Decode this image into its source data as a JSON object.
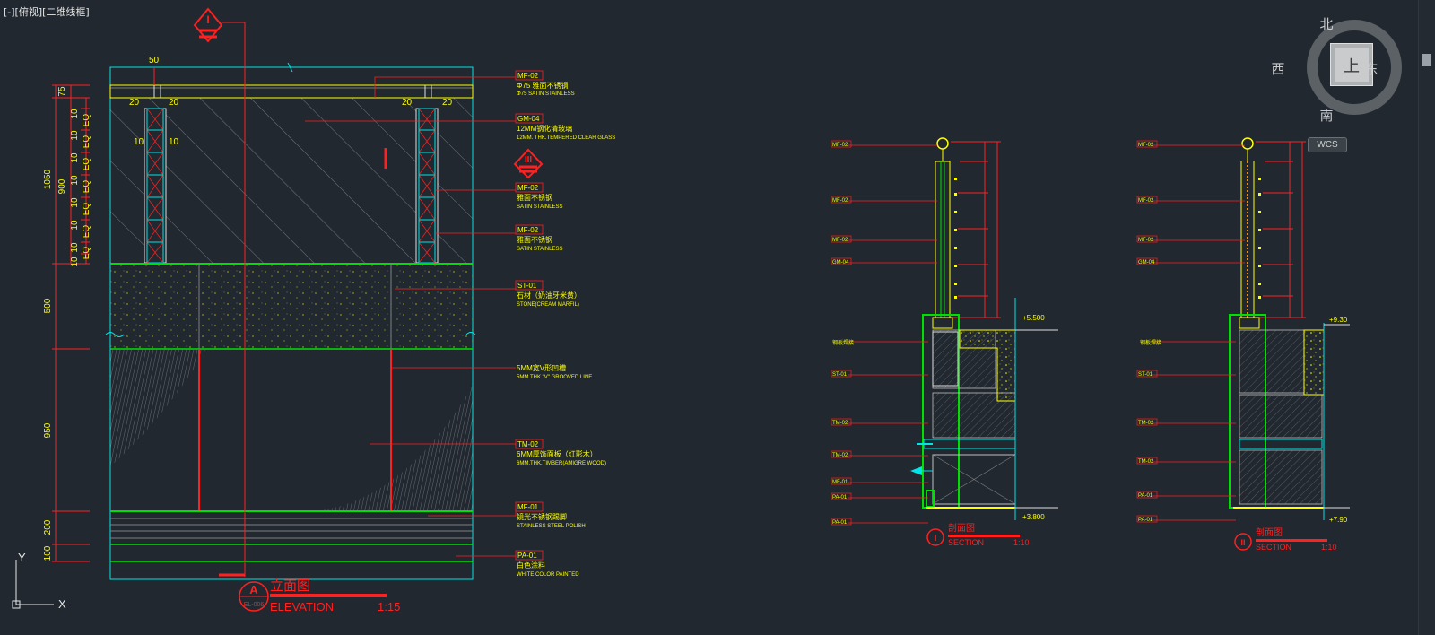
{
  "viewport_label": "[-][俯视][二维线框]",
  "viewcube": {
    "north": "北",
    "south": "南",
    "east": "东",
    "west": "西",
    "top": "上",
    "wcs": "WCS"
  },
  "elevation": {
    "title_cn": "立面图",
    "title_en": "ELEVATION",
    "scale": "1:15",
    "marker_letter": "A",
    "marker_sheet": "EL-006",
    "section_markers": [
      "I",
      "III"
    ],
    "dimensions": [
      "50",
      "75",
      "20",
      "20",
      "20",
      "20",
      "10",
      "10",
      "1050",
      "900",
      "500",
      "950",
      "200",
      "100",
      "10",
      "EQ"
    ],
    "callouts": [
      {
        "code": "MF-02",
        "cn": "Φ75 雅面不锈钢",
        "en": "Φ75 SATIN STAINLESS"
      },
      {
        "code": "GM-04",
        "cn": "12MM钢化清玻璃",
        "en": "12MM. THK.TEMPERED CLEAR GLASS"
      },
      {
        "code": "MF-02",
        "cn": "雅面不锈钢",
        "en": "SATIN STAINLESS"
      },
      {
        "code": "MF-02",
        "cn": "雅面不锈钢",
        "en": "SATIN STAINLESS"
      },
      {
        "code": "ST-01",
        "cn": "石材（奶油牙米黄）",
        "en": "STONE(CREAM MARFIL)"
      },
      {
        "code": "",
        "cn": "5MM宽V形凹槽",
        "en": "5MM.THK.\"V\" GROOVED LINE"
      },
      {
        "code": "TM-02",
        "cn": "6MM厚饰面板（红影木）",
        "en": "6MM.THK.TIMBER(AMIGRE WOOD)"
      },
      {
        "code": "MF-01",
        "cn": "镜光不锈钢踢脚",
        "en": "STAINLESS STEEL POLISH"
      },
      {
        "code": "PA-01",
        "cn": "白色涂料",
        "en": "WHITE COLOR PAINTED"
      }
    ]
  },
  "section1": {
    "title_cn": "剖面图",
    "title_en": "SECTION",
    "scale": "1:10",
    "marker": "I",
    "level_top": "+5.500",
    "level_bottom": "+3.800",
    "labels": [
      "MF-02",
      "MF-02",
      "MF-02",
      "GM-04",
      "钢板焊接",
      "ST-01",
      "TM-02",
      "TM-02",
      "MF-01",
      "PA-01",
      "PA-01"
    ]
  },
  "section2": {
    "title_cn": "剖面图",
    "title_en": "SECTION",
    "scale": "1:10",
    "marker": "II",
    "level_top": "+9.30",
    "level_bottom": "+7.90",
    "labels": [
      "MF-02",
      "MF-02",
      "MF-02",
      "GM-04",
      "钢板焊接",
      "ST-01",
      "TM-02",
      "TM-02",
      "PA-01",
      "PA-01"
    ]
  },
  "ucs": {
    "x": "X",
    "y": "Y"
  },
  "colors": {
    "background": "#212830",
    "red": "#ff2020",
    "yellow": "#ffff00",
    "cyan": "#00e5e5",
    "green": "#00e000",
    "white": "#e6e6e6"
  }
}
